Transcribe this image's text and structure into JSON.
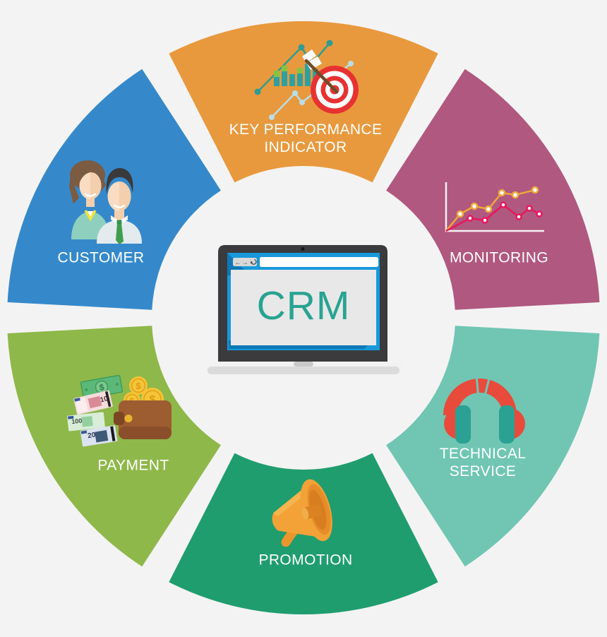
{
  "background_color": "#f4f3f3",
  "diagram_title": "CRM",
  "segments": [
    {
      "id": "key-performance-indicator",
      "label": "KEY PERFORMANCE INDICATOR",
      "line1": "KEY PERFORMANCE",
      "line2": "INDICATOR",
      "color": "#e8993d",
      "icon": "kpi-target-chart-icon"
    },
    {
      "id": "monitoring",
      "label": "MONITORING",
      "line1": "MONITORING",
      "line2": "",
      "color": "#b0587f",
      "icon": "monitoring-line-chart-icon"
    },
    {
      "id": "technical-service",
      "label": "TECHNICAL SERVICE",
      "line1": "TECHNICAL",
      "line2": "SERVICE",
      "color": "#70c6b3",
      "icon": "headphones-icon"
    },
    {
      "id": "promotion",
      "label": "PROMOTION",
      "line1": "PROMOTION",
      "line2": "",
      "color": "#1f9d6e",
      "icon": "megaphone-icon"
    },
    {
      "id": "payment",
      "label": "PAYMENT",
      "line1": "PAYMENT",
      "line2": "",
      "color": "#8eb849",
      "icon": "wallet-money-icon"
    },
    {
      "id": "customer",
      "label": "CUSTOMER",
      "line1": "CUSTOMER",
      "line2": "",
      "color": "#3589cb",
      "icon": "customer-people-icon"
    }
  ],
  "center": {
    "device": "laptop-browser",
    "app_label": "CRM",
    "crm_text_color": "#28a392",
    "browser_chrome_color": "#1899db",
    "toolbar": {
      "back_icon": "←",
      "forward_icon": "→"
    }
  },
  "payment_icon": {
    "currency_symbol": "$",
    "note_values": [
      "10",
      "100",
      "20"
    ]
  }
}
